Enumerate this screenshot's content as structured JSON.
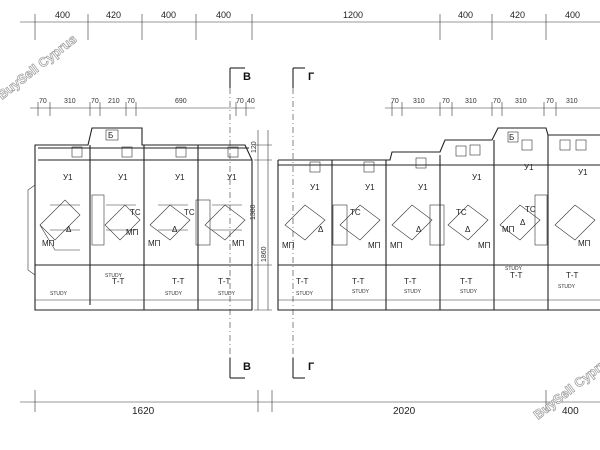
{
  "drawing": {
    "top_dimensions_left": [
      "400",
      "420",
      "400",
      "400"
    ],
    "top_dimension_mid": "1200",
    "top_dimensions_right": [
      "400",
      "420",
      "400"
    ],
    "sub_dimensions_left": [
      "70",
      "310",
      "70",
      "210",
      "70",
      "690",
      "70",
      "40"
    ],
    "sub_dimensions_right": [
      "70",
      "310",
      "70",
      "310",
      "70",
      "310",
      "70",
      "310"
    ],
    "section_marks": [
      "В",
      "Г"
    ],
    "side_dimensions": [
      "120",
      "1380",
      "1860"
    ],
    "bottom_dimensions": [
      "1620",
      "2020",
      "400"
    ],
    "room_labels": {
      "living": "У1",
      "bath": "МП",
      "hall": "Δ",
      "kitchen": "ТС",
      "balcony": "Б",
      "study_code": "Т-Т",
      "study": "STUDY"
    },
    "watermarks": [
      "BuySell Cyprus",
      "BuySell Cyprus"
    ]
  }
}
